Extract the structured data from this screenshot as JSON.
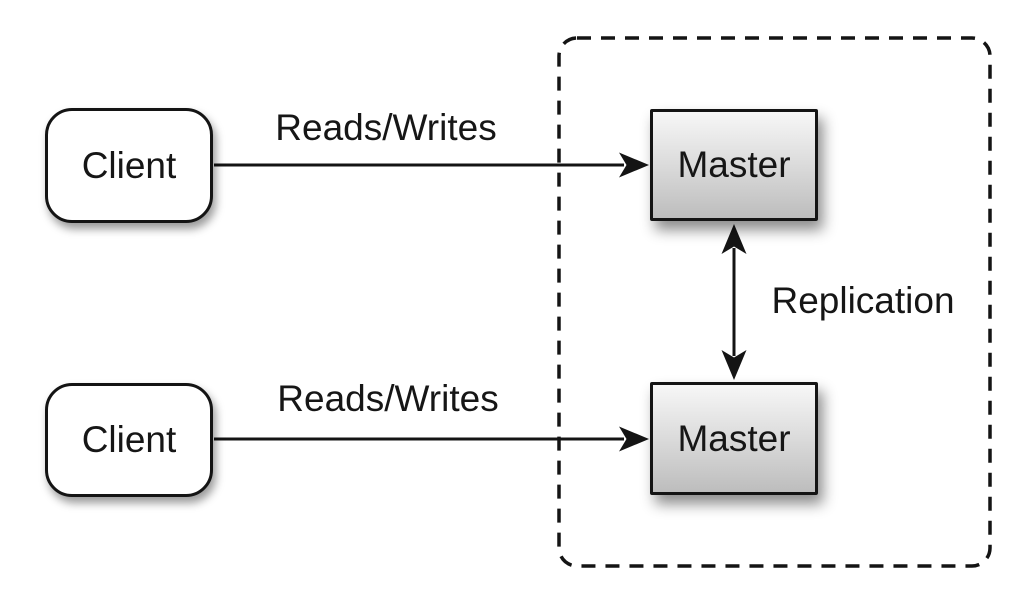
{
  "diagram": {
    "background_color": "#ffffff",
    "line_color": "#141414",
    "text_color": "#161616",
    "nodes": {
      "client_top": {
        "label": "Client",
        "shape": "rounded-rect",
        "fill": "#ffffff"
      },
      "client_bottom": {
        "label": "Client",
        "shape": "rounded-rect",
        "fill": "#ffffff"
      },
      "master_top": {
        "label": "Master",
        "shape": "rect",
        "fill_gradient_top": "#f7f7f7",
        "fill_gradient_bottom": "#bdbdbd"
      },
      "master_bottom": {
        "label": "Master",
        "shape": "rect",
        "fill_gradient_top": "#f7f7f7",
        "fill_gradient_bottom": "#bdbdbd"
      }
    },
    "edges": {
      "reads_writes_top": {
        "label": "Reads/Writes",
        "from": "client_top",
        "to": "master_top",
        "direction": "one-way"
      },
      "reads_writes_bottom": {
        "label": "Reads/Writes",
        "from": "client_bottom",
        "to": "master_bottom",
        "direction": "one-way"
      },
      "replication": {
        "label": "Replication",
        "from": "master_top",
        "to": "master_bottom",
        "direction": "two-way"
      }
    },
    "cluster": {
      "style": "dashed-rounded-rect",
      "contains": [
        "master_top",
        "master_bottom"
      ]
    }
  }
}
